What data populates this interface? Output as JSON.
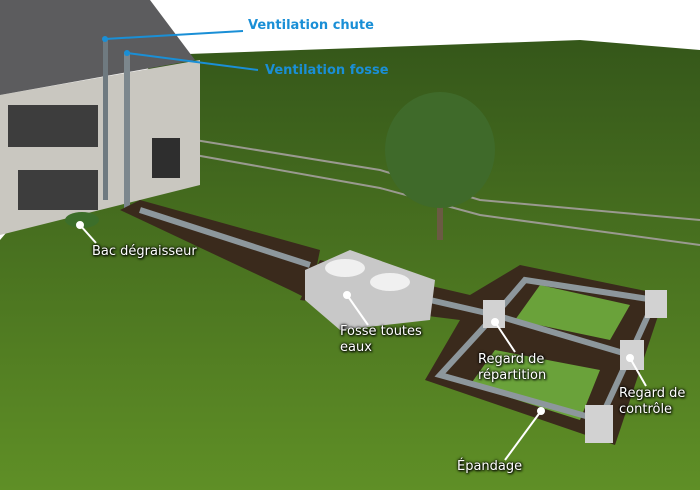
{
  "labels": {
    "ventilation_chute": "Ventilation chute",
    "ventilation_fosse": "Ventilation fosse",
    "bac_degraisseur": "Bac dégraisseur",
    "fosse_line1": "Fosse toutes",
    "fosse_line2": "eaux",
    "regard_repartition_line1": "Regard de",
    "regard_repartition_line2": "répartition",
    "regard_controle_line1": "Regard de",
    "regard_controle_line2": "contrôle",
    "epandage": "Épandage"
  },
  "colors": {
    "label_blue": "#1a8fd6",
    "grass": "#4f7a1e",
    "soil": "#3a2a1c"
  }
}
